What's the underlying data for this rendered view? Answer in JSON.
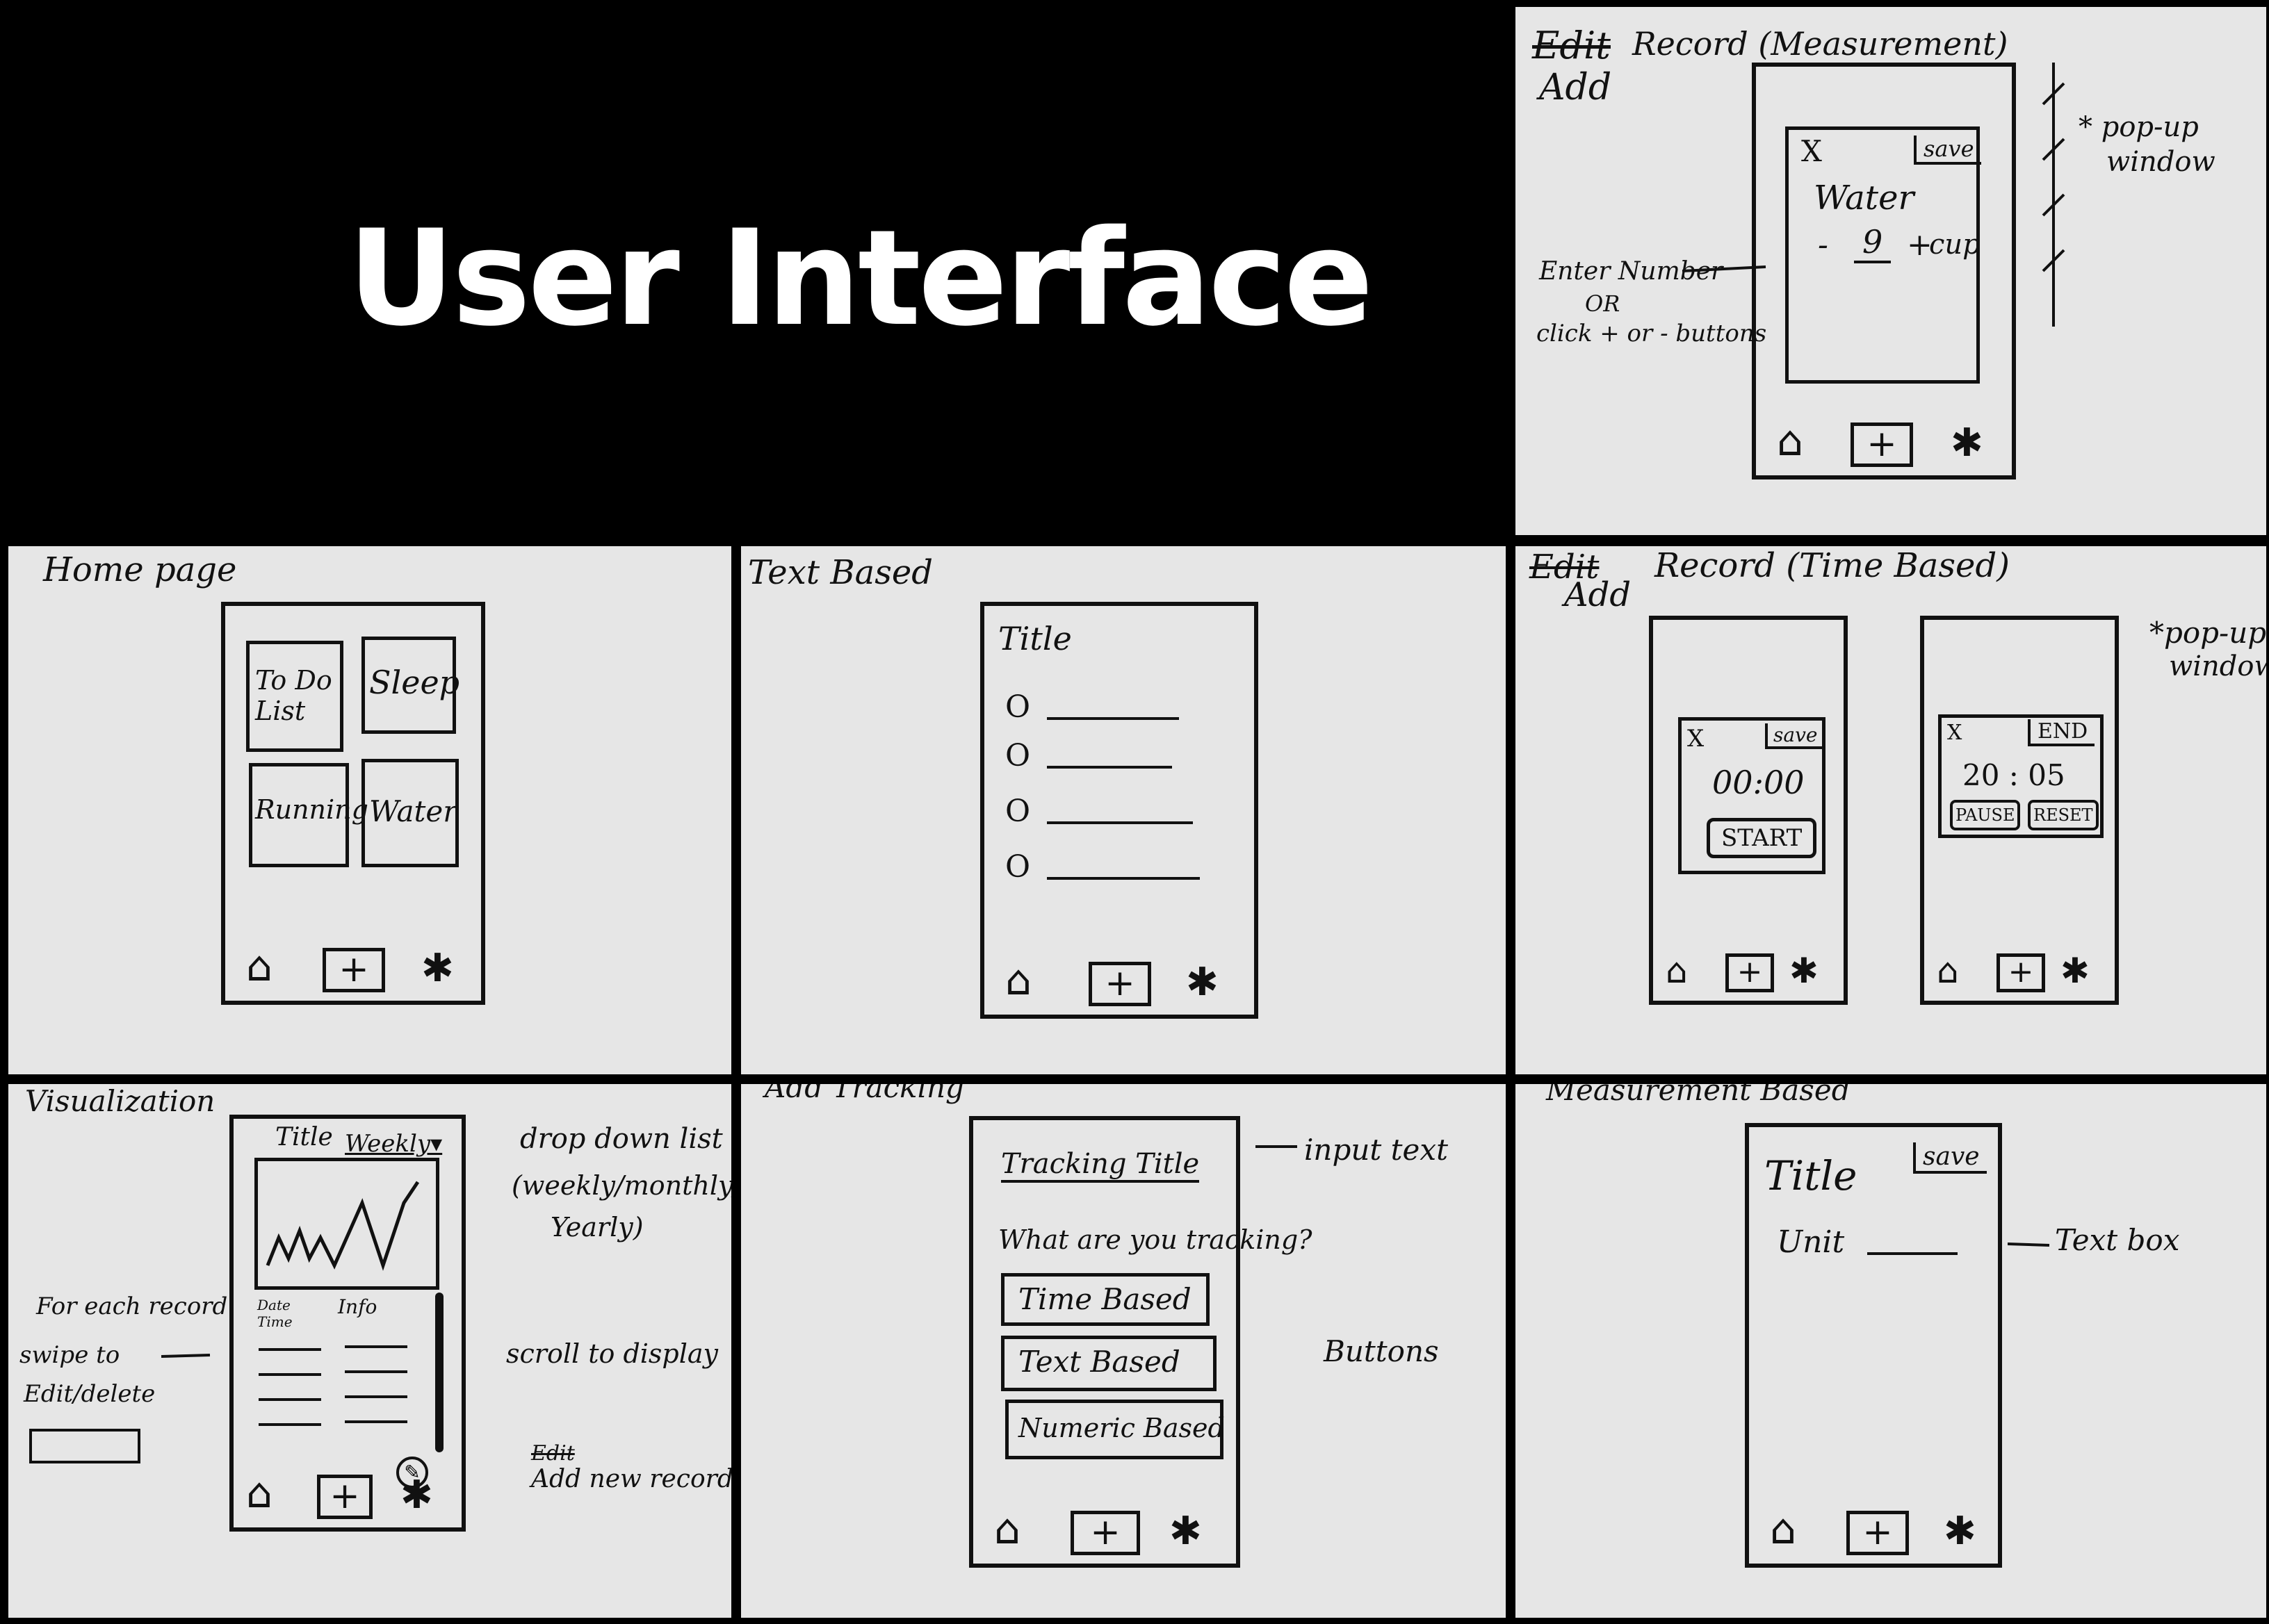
{
  "header": {
    "title": "User Interface"
  },
  "nav": {
    "add": "+",
    "home_icon": "home-icon",
    "gear_icon": "gear-icon"
  },
  "panels": {
    "edit_measurement": {
      "heading_edit": "Edit",
      "heading_add": "Add",
      "heading_rest": "Record (Measurement)",
      "close": "X",
      "save": "save",
      "item": "Water",
      "minus": "-",
      "value": "9",
      "plus": "+",
      "unit": "cup",
      "note_left_1": "Enter Number",
      "note_left_2": "OR",
      "note_left_3": "click + or - buttons",
      "note_right_1": "* pop-up",
      "note_right_2": "window"
    },
    "home": {
      "heading": "Home page",
      "tiles": [
        "To Do List",
        "Sleep",
        "Running",
        "Water"
      ]
    },
    "text_based": {
      "heading": "Text Based",
      "title": "Title",
      "bullet": "O"
    },
    "edit_time": {
      "heading_edit": "Edit",
      "heading_add": "Add",
      "heading_rest": "Record (Time Based)",
      "left": {
        "close": "X",
        "save": "save",
        "time": "00:00",
        "start": "START"
      },
      "right": {
        "close": "X",
        "end": "END",
        "time": "20 : 05",
        "pause": "PAUSE",
        "reset": "RESET"
      },
      "note_1": "*pop-up",
      "note_2": "window"
    },
    "visualization": {
      "heading": "Visualization",
      "title": "Title",
      "dropdown": "Weekly▾",
      "col_date": "Date Time",
      "col_info": "Info",
      "note_dropdown_1": "drop down list",
      "note_dropdown_2": "(weekly/monthly/",
      "note_dropdown_3": "Yearly)",
      "note_scroll": "scroll to display",
      "note_add_1": "Edit",
      "note_add_2": "Add new record",
      "note_swipe_1": "For each record",
      "note_swipe_2": "swipe to",
      "note_swipe_3": "Edit/delete"
    },
    "add_tracking": {
      "heading": "Add Tracking",
      "tracking_title": "Tracking Title",
      "question": "What are you tracking?",
      "options": [
        "Time Based",
        "Text Based",
        "Numeric Based"
      ],
      "note_input": "input text",
      "note_buttons": "Buttons"
    },
    "measurement_based": {
      "heading": "Measurement Based",
      "title": "Title",
      "save": "save",
      "unit": "Unit",
      "note_textbox": "Text box"
    }
  }
}
